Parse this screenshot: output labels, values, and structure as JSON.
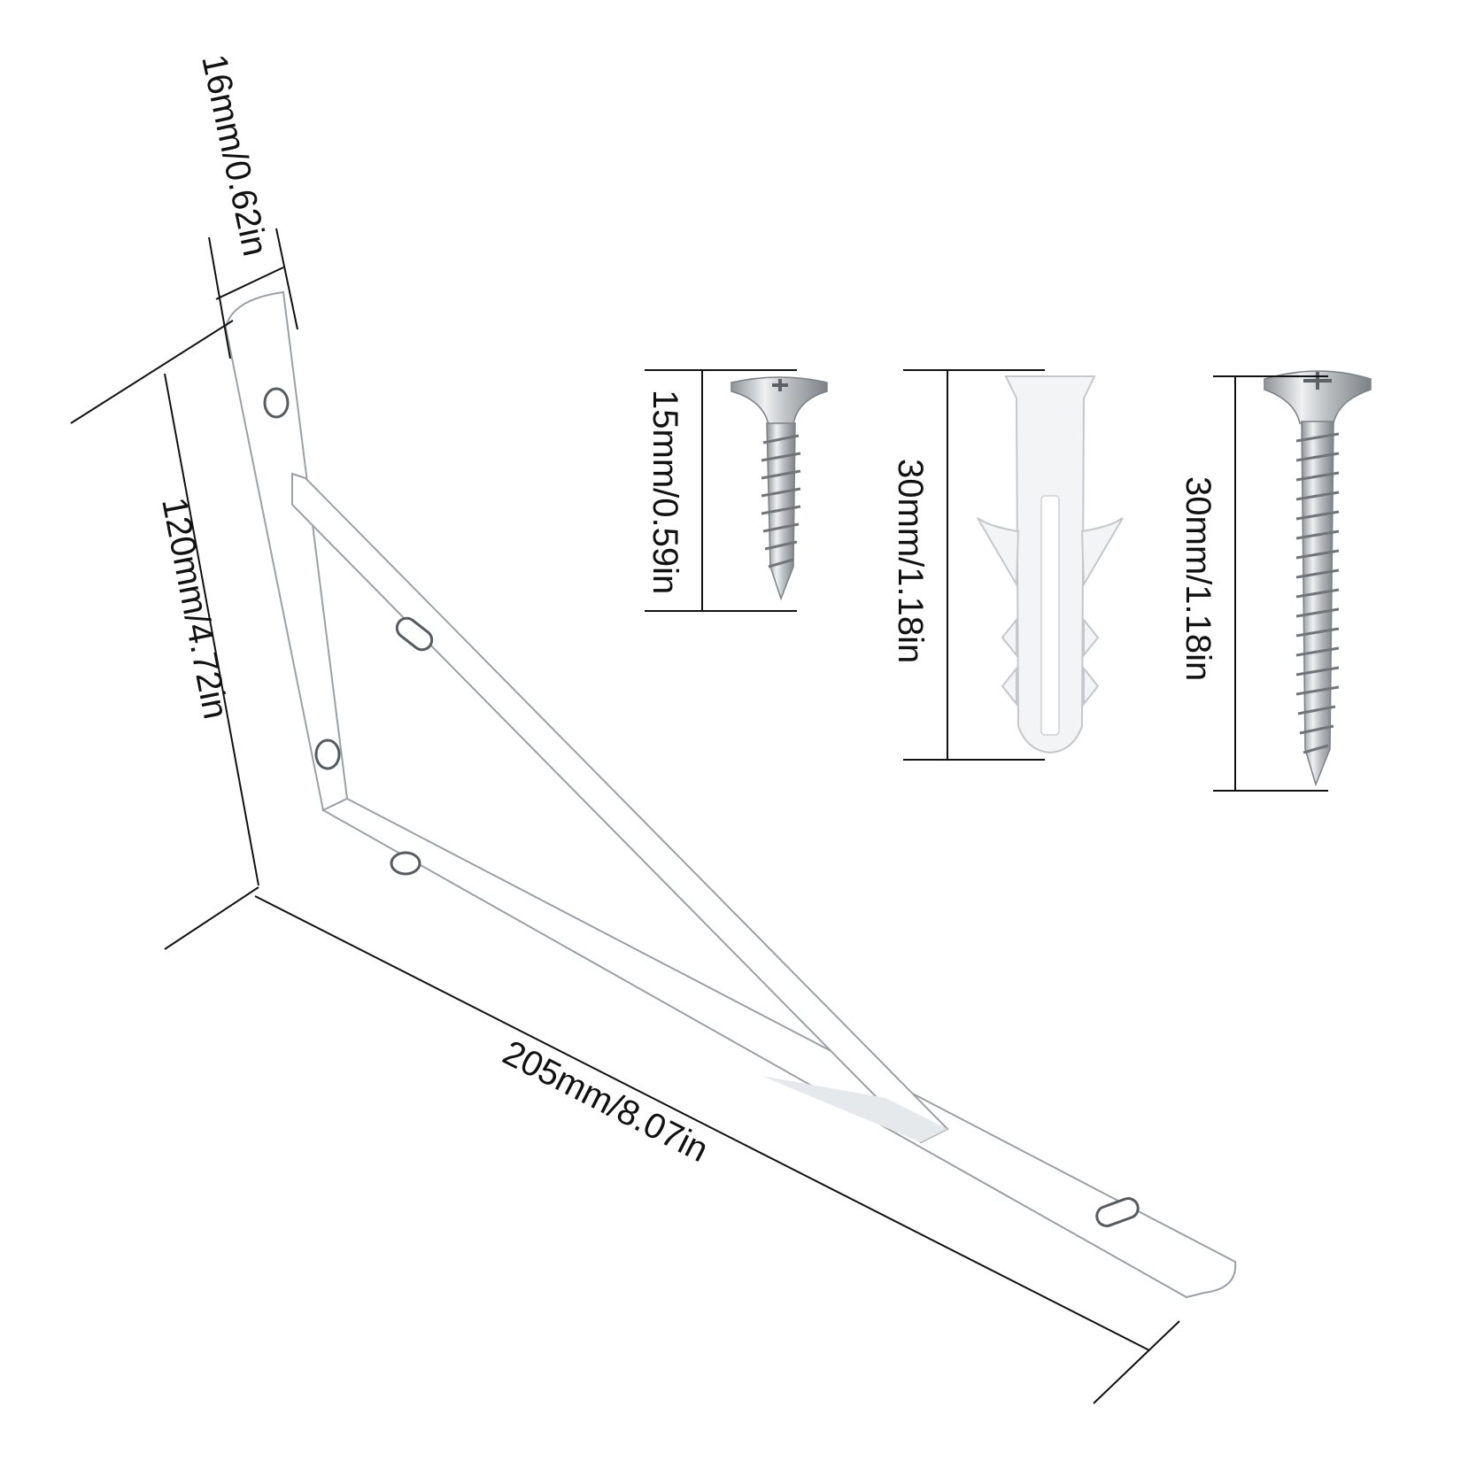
{
  "dimensions": {
    "bracket_thickness": "16mm/0.62in",
    "bracket_height": "120mm/4.72in",
    "bracket_length": "205mm/8.07in",
    "small_screw_length": "15mm/0.59in",
    "anchor_length": "30mm/1.18in",
    "long_screw_length": "30mm/1.18in"
  },
  "colors": {
    "bracket": "#ffffff",
    "metal": "#c8cbce",
    "anchor": "#f3f4f5",
    "lines": "#111111"
  },
  "icons": [
    "shelf-bracket",
    "flat-head-screw",
    "plastic-wall-anchor",
    "long-flat-head-screw"
  ]
}
